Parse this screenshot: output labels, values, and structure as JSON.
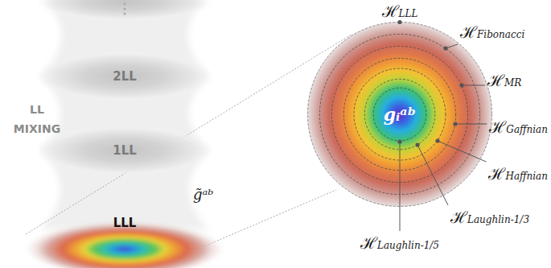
{
  "diagram": {
    "nodes": [
      {
        "text": [
          "2LL"
        ]
      },
      {
        "text": [
          "1LL"
        ]
      },
      {
        "text": [
          "LLL"
        ]
      },
      {
        "text": [
          "gᵢᵃᵇ"
        ]
      }
    ],
    "labels": [
      "LL MIXING",
      "g̃ᵃᵇ",
      "ℋLLL",
      "ℋFibonacci",
      "ℋMR",
      "ℋGaffnian",
      "ℋHaffnian",
      "ℋLaughlin-1/3",
      "ℋLaughlin-1/5"
    ]
  }
}
